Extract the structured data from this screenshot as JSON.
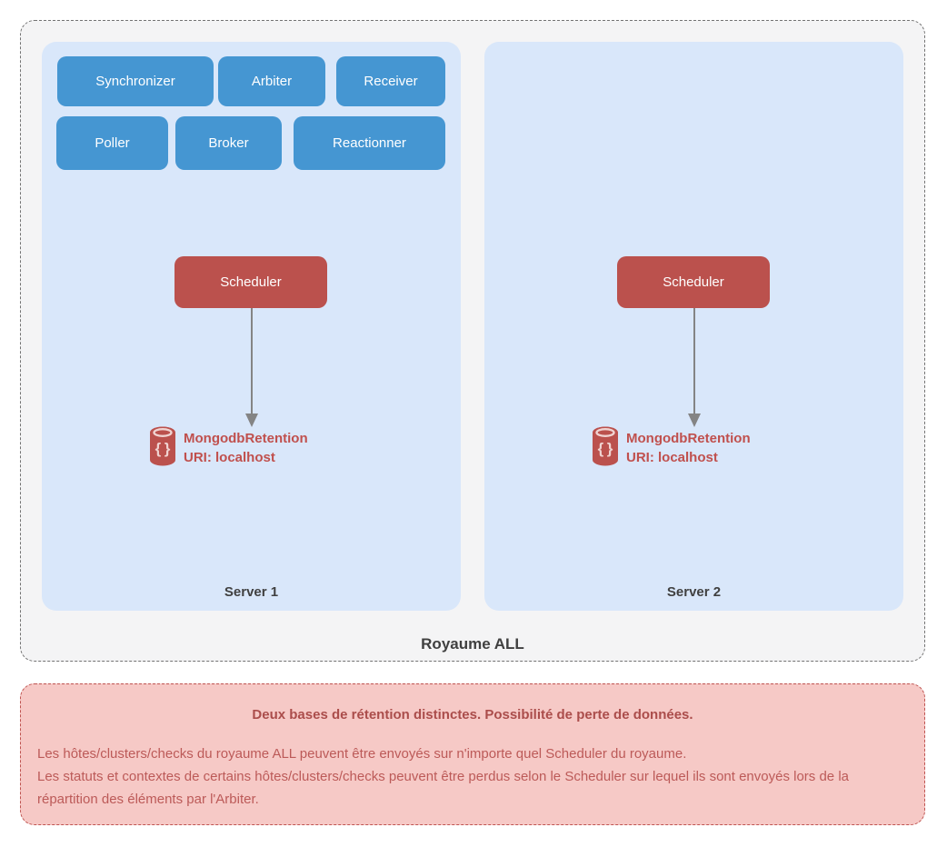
{
  "royaume": {
    "label": "Royaume ALL",
    "servers": [
      {
        "label": "Server 1",
        "daemons": [
          "Synchronizer",
          "Arbiter",
          "Receiver",
          "Poller",
          "Broker",
          "Reactionner"
        ],
        "scheduler_label": "Scheduler",
        "db": {
          "name": "MongodbRetention",
          "uri": "URI: localhost",
          "icon": "database-braces-icon"
        }
      },
      {
        "label": "Server 2",
        "scheduler_label": "Scheduler",
        "db": {
          "name": "MongodbRetention",
          "uri": "URI: localhost",
          "icon": "database-braces-icon"
        }
      }
    ]
  },
  "warning": {
    "title": "Deux bases de rétention distinctes. Possibilité de perte de données.",
    "lines": [
      "Les hôtes/clusters/checks du royaume ALL peuvent être envoyés sur n'importe quel Scheduler du royaume.",
      "Les statuts et contextes de certains hôtes/clusters/checks peuvent être perdus selon le Scheduler sur lequel ils sont envoyés lors de la répartition des éléments par l'Arbiter."
    ]
  },
  "colors": {
    "daemon_blue": "#4596d2",
    "server_panel_blue": "#d9e7fa",
    "royaume_background": "#f4f4f5",
    "scheduler_red": "#bb514d",
    "db_text_red": "#c0504d",
    "warning_background": "#f6c9c6",
    "warning_border": "#bf5451",
    "warning_text": "#bc5a58",
    "label_gray": "#404040",
    "arrow_gray": "#848484"
  }
}
